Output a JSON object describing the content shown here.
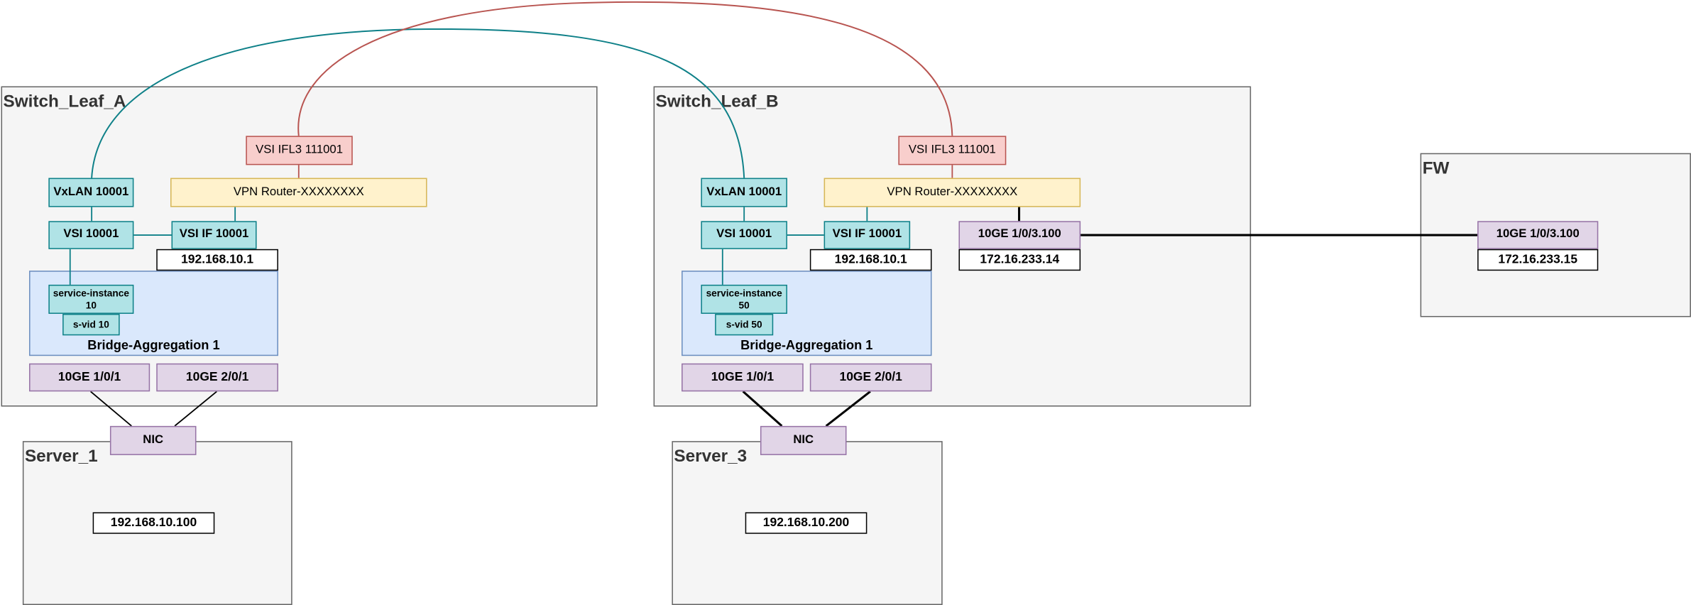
{
  "colors": {
    "cyan_fill": "#b0e3e6",
    "cyan_border": "#0e8088",
    "red_fill": "#f8cecc",
    "red_border": "#b85450",
    "yellow_fill": "#fff2cc",
    "yellow_border": "#d6b656",
    "purple_fill": "#e1d5e7",
    "purple_border": "#9673a6",
    "bridge_fill": "#dae8fc",
    "bridge_border": "#6c8ebf",
    "panel_fill": "#f5f5f5",
    "panel_border": "#666666"
  },
  "switch_a": {
    "title": "Switch_Leaf_A",
    "vsi_ifl3": "VSI IFL3 111001",
    "vpn_router": "VPN Router-XXXXXXXX",
    "vxlan": "VxLAN 10001",
    "vsi": "VSI 10001",
    "vsi_if": "VSI IF 10001",
    "vsi_if_ip": "192.168.10.1",
    "service_instance": "service-instance\n10",
    "svid": "s-vid 10",
    "bridge": "Bridge-Aggregation  1",
    "port1": "10GE 1/0/1",
    "port2": "10GE 2/0/1"
  },
  "switch_b": {
    "title": "Switch_Leaf_B",
    "vsi_ifl3": "VSI IFL3 111001",
    "vpn_router": "VPN Router-XXXXXXXX",
    "vxlan": "VxLAN 10001",
    "vsi": "VSI 10001",
    "vsi_if": "VSI IF 10001",
    "vsi_if_ip": "192.168.10.1",
    "service_instance": "service-instance\n50",
    "svid": "s-vid 50",
    "bridge": "Bridge-Aggregation  1",
    "port1": "10GE 1/0/1",
    "port2": "10GE 2/0/1",
    "uplink": "10GE 1/0/3.100",
    "uplink_ip": "172.16.233.14"
  },
  "fw": {
    "title": "FW",
    "port": "10GE 1/0/3.100",
    "ip": "172.16.233.15"
  },
  "server_1": {
    "title": "Server_1",
    "nic": "NIC",
    "ip": "192.168.10.100"
  },
  "server_3": {
    "title": "Server_3",
    "nic": "NIC",
    "ip": "192.168.10.200"
  }
}
